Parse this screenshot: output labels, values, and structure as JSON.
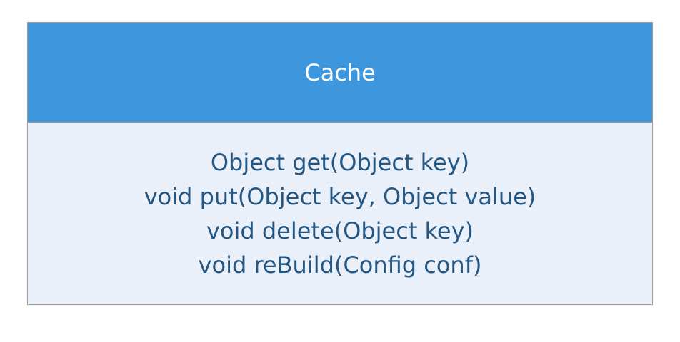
{
  "class_box": {
    "name": "Cache",
    "methods": [
      "Object get(Object key)",
      "void put(Object key, Object value)",
      "void delete(Object key)",
      "void reBuild(Config conf)"
    ]
  },
  "colors": {
    "header_fill": "#3e96dc",
    "body_fill": "#eaf0f9",
    "method_text": "#245783",
    "title_text": "#ffffff"
  }
}
